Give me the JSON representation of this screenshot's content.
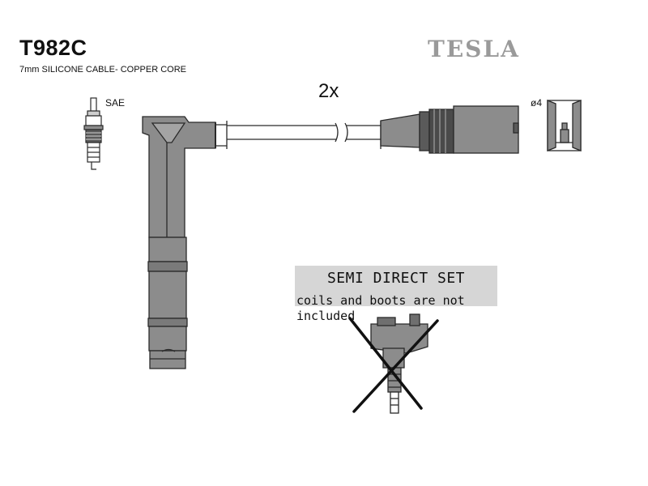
{
  "header": {
    "part_number": "T982C",
    "description": "7mm SILICONE CABLE- COPPER CORE",
    "brand": "TESLA"
  },
  "diagram": {
    "quantity": "2x",
    "plug_label": "SAE",
    "terminal_label": "ø4"
  },
  "notice": {
    "title": "SEMI DIRECT SET",
    "text": "coils and boots are not included"
  },
  "colors": {
    "component_fill": "#8c8c8c",
    "component_dark": "#5a5a5a",
    "outline": "#2a2a2a",
    "notice_bg": "#d6d6d6",
    "brand_text": "#9a9a9a"
  },
  "icons": [
    "spark-plug-icon",
    "terminal-cap-icon",
    "ignition-coil-icon",
    "cross-out-icon"
  ]
}
